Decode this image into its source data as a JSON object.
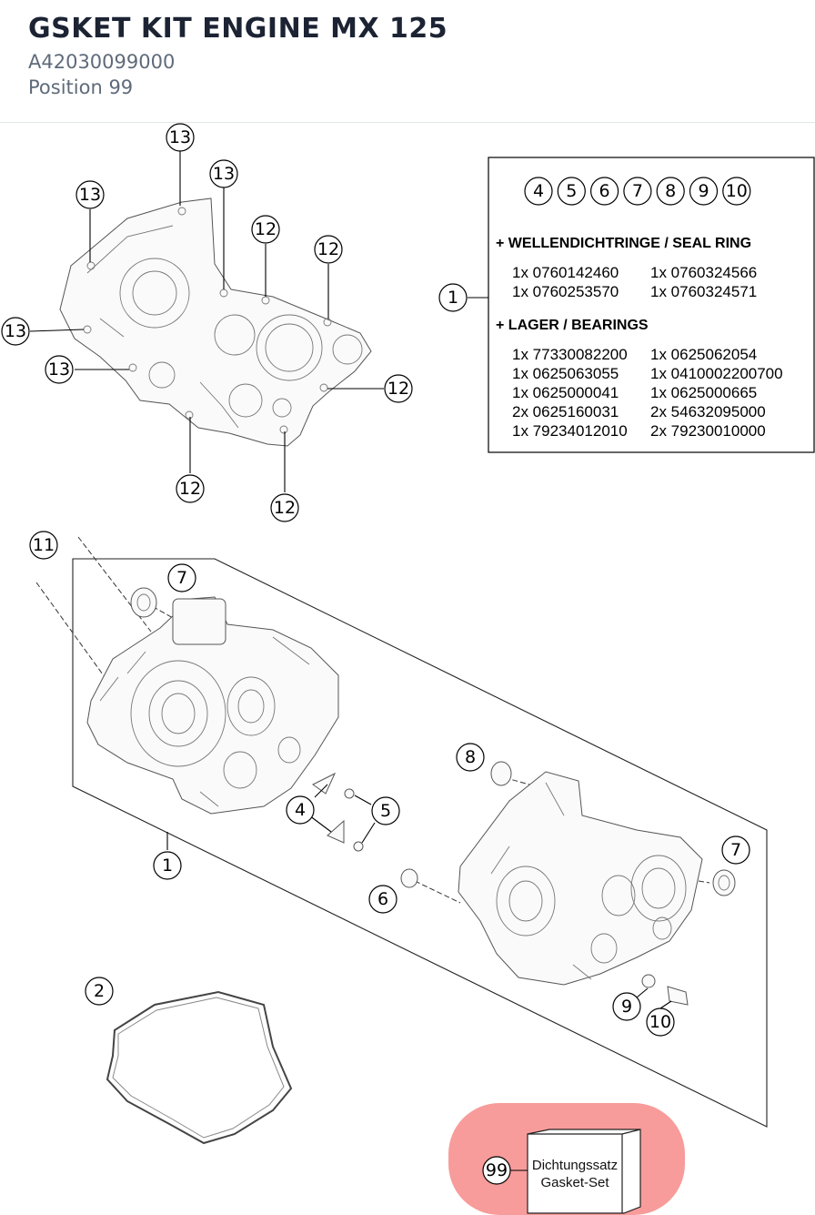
{
  "header": {
    "title": "GSKET KIT ENGINE MX 125",
    "part_number": "A42030099000",
    "position": "Position 99"
  },
  "kit_table": {
    "circle_numbers": [
      "4",
      "5",
      "6",
      "7",
      "8",
      "9",
      "10"
    ],
    "sections": [
      {
        "heading": "+ WELLENDICHTRINGE / SEAL RING",
        "rows": [
          [
            "1x 0760142460",
            "1x 0760324566"
          ],
          [
            "1x 0760253570",
            "1x 0760324571"
          ]
        ]
      },
      {
        "heading": "+ LAGER / BEARINGS",
        "rows": [
          [
            "1x 77330082200",
            "1x 0625062054"
          ],
          [
            "1x 0625063055",
            "1x 0410002200700"
          ],
          [
            "1x 0625000041",
            "1x 0625000665"
          ],
          [
            "2x 0625160031",
            "2x 54632095000"
          ],
          [
            "1x 79234012010",
            "2x 79230010000"
          ]
        ]
      }
    ]
  },
  "callouts": {
    "c13a": "13",
    "c13b": "13",
    "c13c": "13",
    "c13d": "13",
    "c13e": "13",
    "c12a": "12",
    "c12b": "12",
    "c12c": "12",
    "c12d": "12",
    "c12e": "12",
    "c1a": "1",
    "c1b": "1",
    "c11": "11",
    "c7a": "7",
    "c7b": "7",
    "c8": "8",
    "c4": "4",
    "c5": "5",
    "c6": "6",
    "c9": "9",
    "c10": "10",
    "c2": "2",
    "c99": "99"
  },
  "gasket_set": {
    "label_de": "Dichtungssatz",
    "label_en": "Gasket-Set",
    "highlight_color": "#f47b78"
  }
}
